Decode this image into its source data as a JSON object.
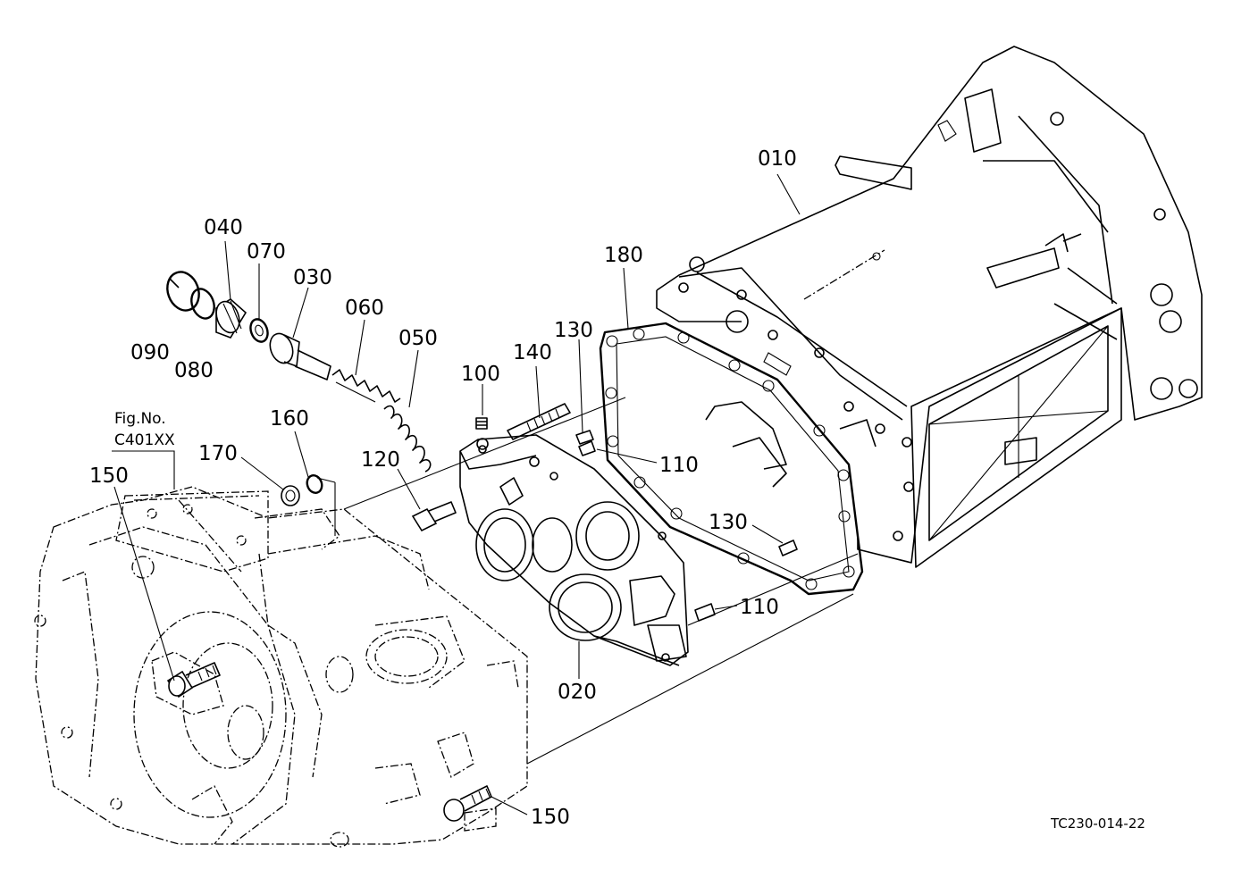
{
  "figure_reference": {
    "line1": "Fig.No.",
    "line2": "C401XX"
  },
  "drawing_code": "TC230-014-22",
  "callouts": {
    "p010": "010",
    "p020": "020",
    "p030": "030",
    "p040": "040",
    "p050": "050",
    "p060": "060",
    "p070": "070",
    "p080": "080",
    "p090": "090",
    "p100": "100",
    "p110a": "110",
    "p110b": "110",
    "p120": "120",
    "p130a": "130",
    "p130b": "130",
    "p140": "140",
    "p150a": "150",
    "p150b": "150",
    "p160": "160",
    "p170": "170",
    "p180": "180"
  }
}
